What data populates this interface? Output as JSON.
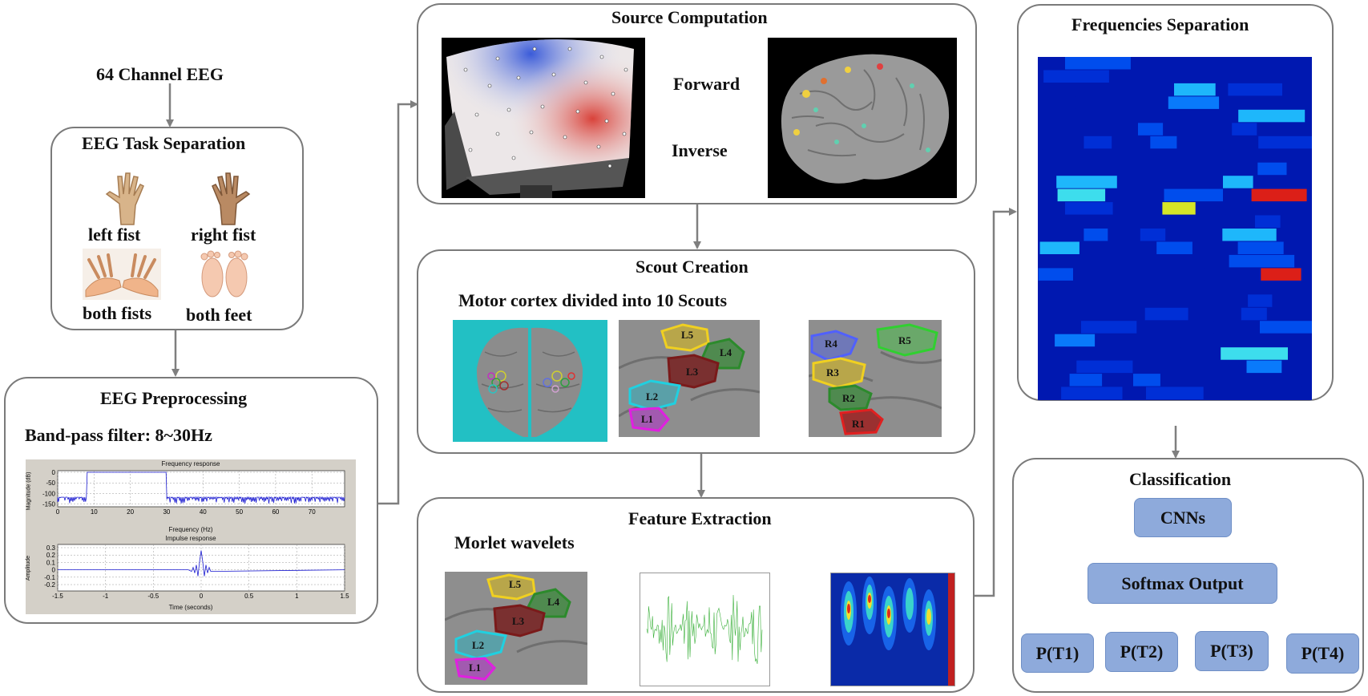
{
  "input": {
    "title": "64 Channel EEG"
  },
  "task_sep": {
    "title": "EEG Task Separation",
    "items": [
      {
        "label": "left fist",
        "icon": "left-hand-icon"
      },
      {
        "label": "right fist",
        "icon": "right-hand-icon"
      },
      {
        "label": "both fists",
        "icon": "both-hands-icon"
      },
      {
        "label": "both feet",
        "icon": "both-feet-icon"
      }
    ]
  },
  "preproc": {
    "title": "EEG Preprocessing",
    "filter": "Band-pass filter: 8~30Hz",
    "freq_plot": {
      "title": "Frequency response",
      "xlabel": "Frequency (Hz)",
      "ylabel": "Magnitude (dB)",
      "xticks": [
        "0",
        "10",
        "20",
        "30",
        "40",
        "50",
        "60",
        "70"
      ],
      "yticks": [
        "0",
        "-50",
        "-100",
        "-150"
      ]
    },
    "imp_plot": {
      "title": "Impulse response",
      "xlabel": "Time (seconds)",
      "ylabel": "Amplitude",
      "xticks": [
        "-1.5",
        "-1",
        "-0.5",
        "0",
        "0.5",
        "1",
        "1.5"
      ],
      "yticks": [
        "0.3",
        "0.2",
        "0.1",
        "0",
        "-0.1",
        "-0.2"
      ]
    }
  },
  "source": {
    "title": "Source Computation",
    "forward": "Forward",
    "inverse": "Inverse"
  },
  "scout": {
    "title": "Scout Creation",
    "subtitle": "Motor cortex divided into 10 Scouts",
    "left_labels": [
      "L5",
      "L4",
      "L3",
      "L2",
      "L1"
    ],
    "right_labels": [
      "R4",
      "R5",
      "R3",
      "R2",
      "R1"
    ]
  },
  "feature": {
    "title": "Feature Extraction",
    "subtitle": "Morlet wavelets",
    "labels": [
      "L5",
      "L4",
      "L3",
      "L2",
      "L1"
    ]
  },
  "freqsep": {
    "title": "Frequencies Separation"
  },
  "classification": {
    "title": "Classification",
    "cnn": "CNNs",
    "softmax": "Softmax Output",
    "outputs": [
      "P(T1)",
      "P(T2)",
      "P(T3)",
      "P(T4)"
    ]
  },
  "colors": {
    "box_border": "#7a7a7a",
    "arrow": "#7f7f7f",
    "pill_fill": "#8eaadb",
    "scalp_blue": "#3a5bd9",
    "scalp_red": "#d9423a"
  }
}
